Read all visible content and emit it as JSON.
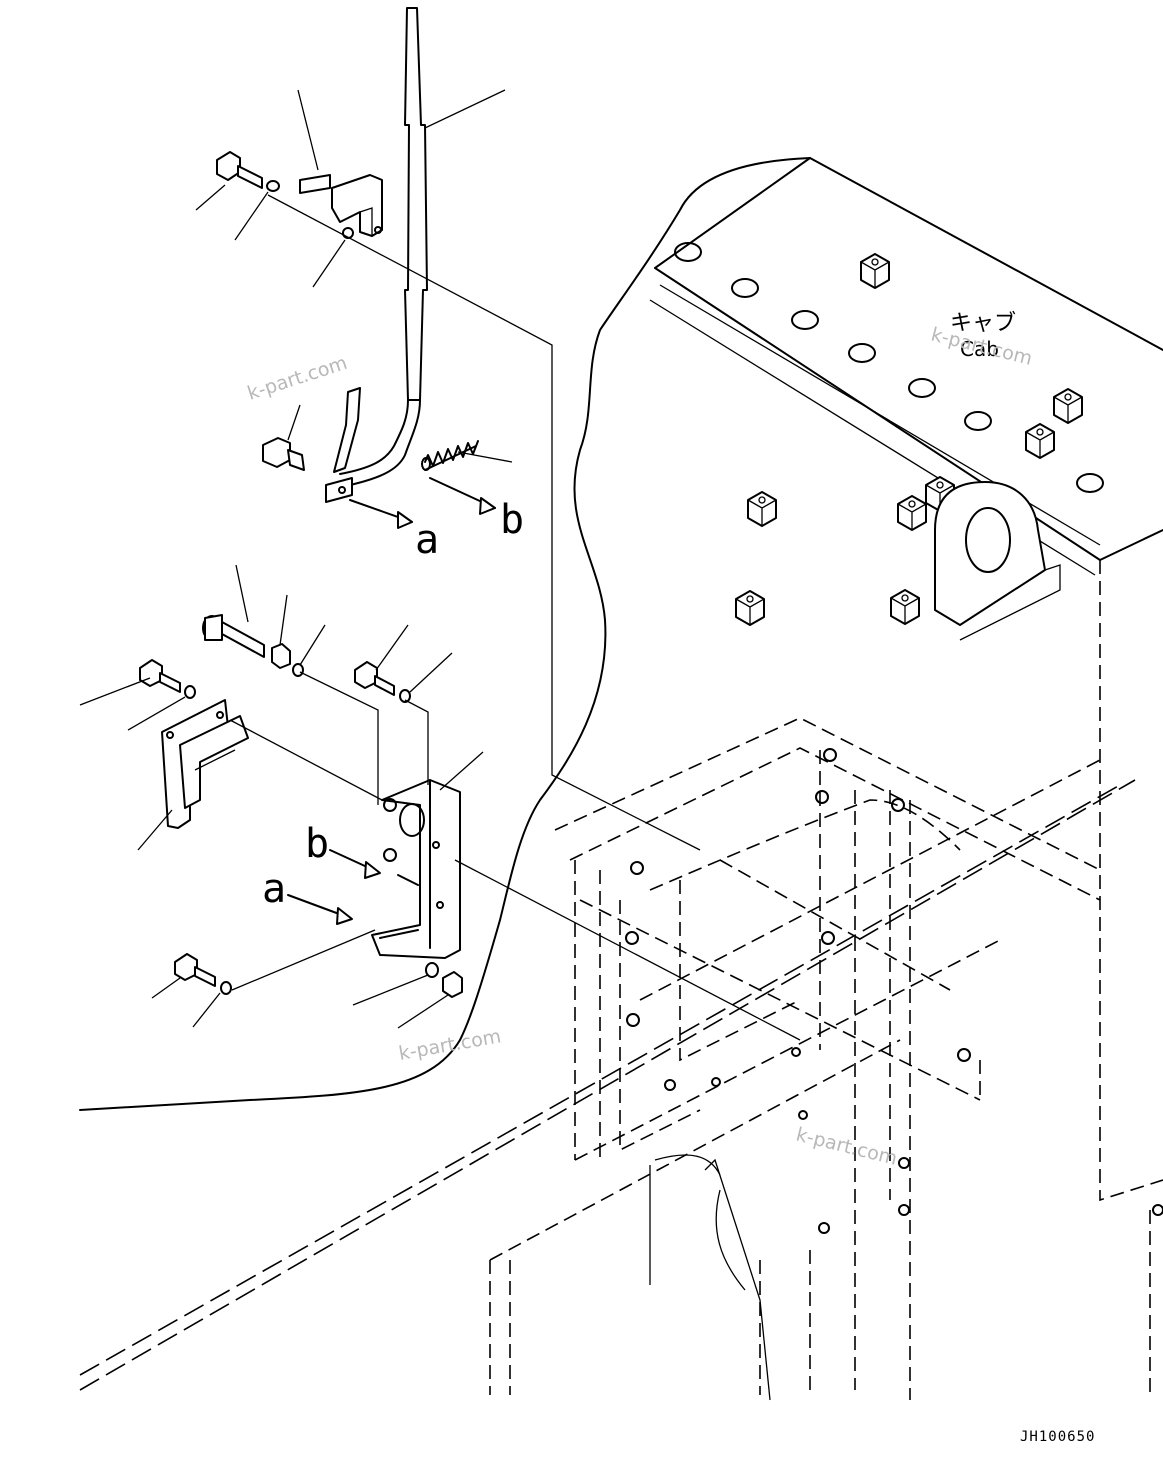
{
  "cab_label_jp": "キャブ",
  "cab_label_en": "Cab",
  "callouts": {
    "a": "a",
    "b": "b"
  },
  "watermark": "k-part.com",
  "drawing_code": "JH100650"
}
